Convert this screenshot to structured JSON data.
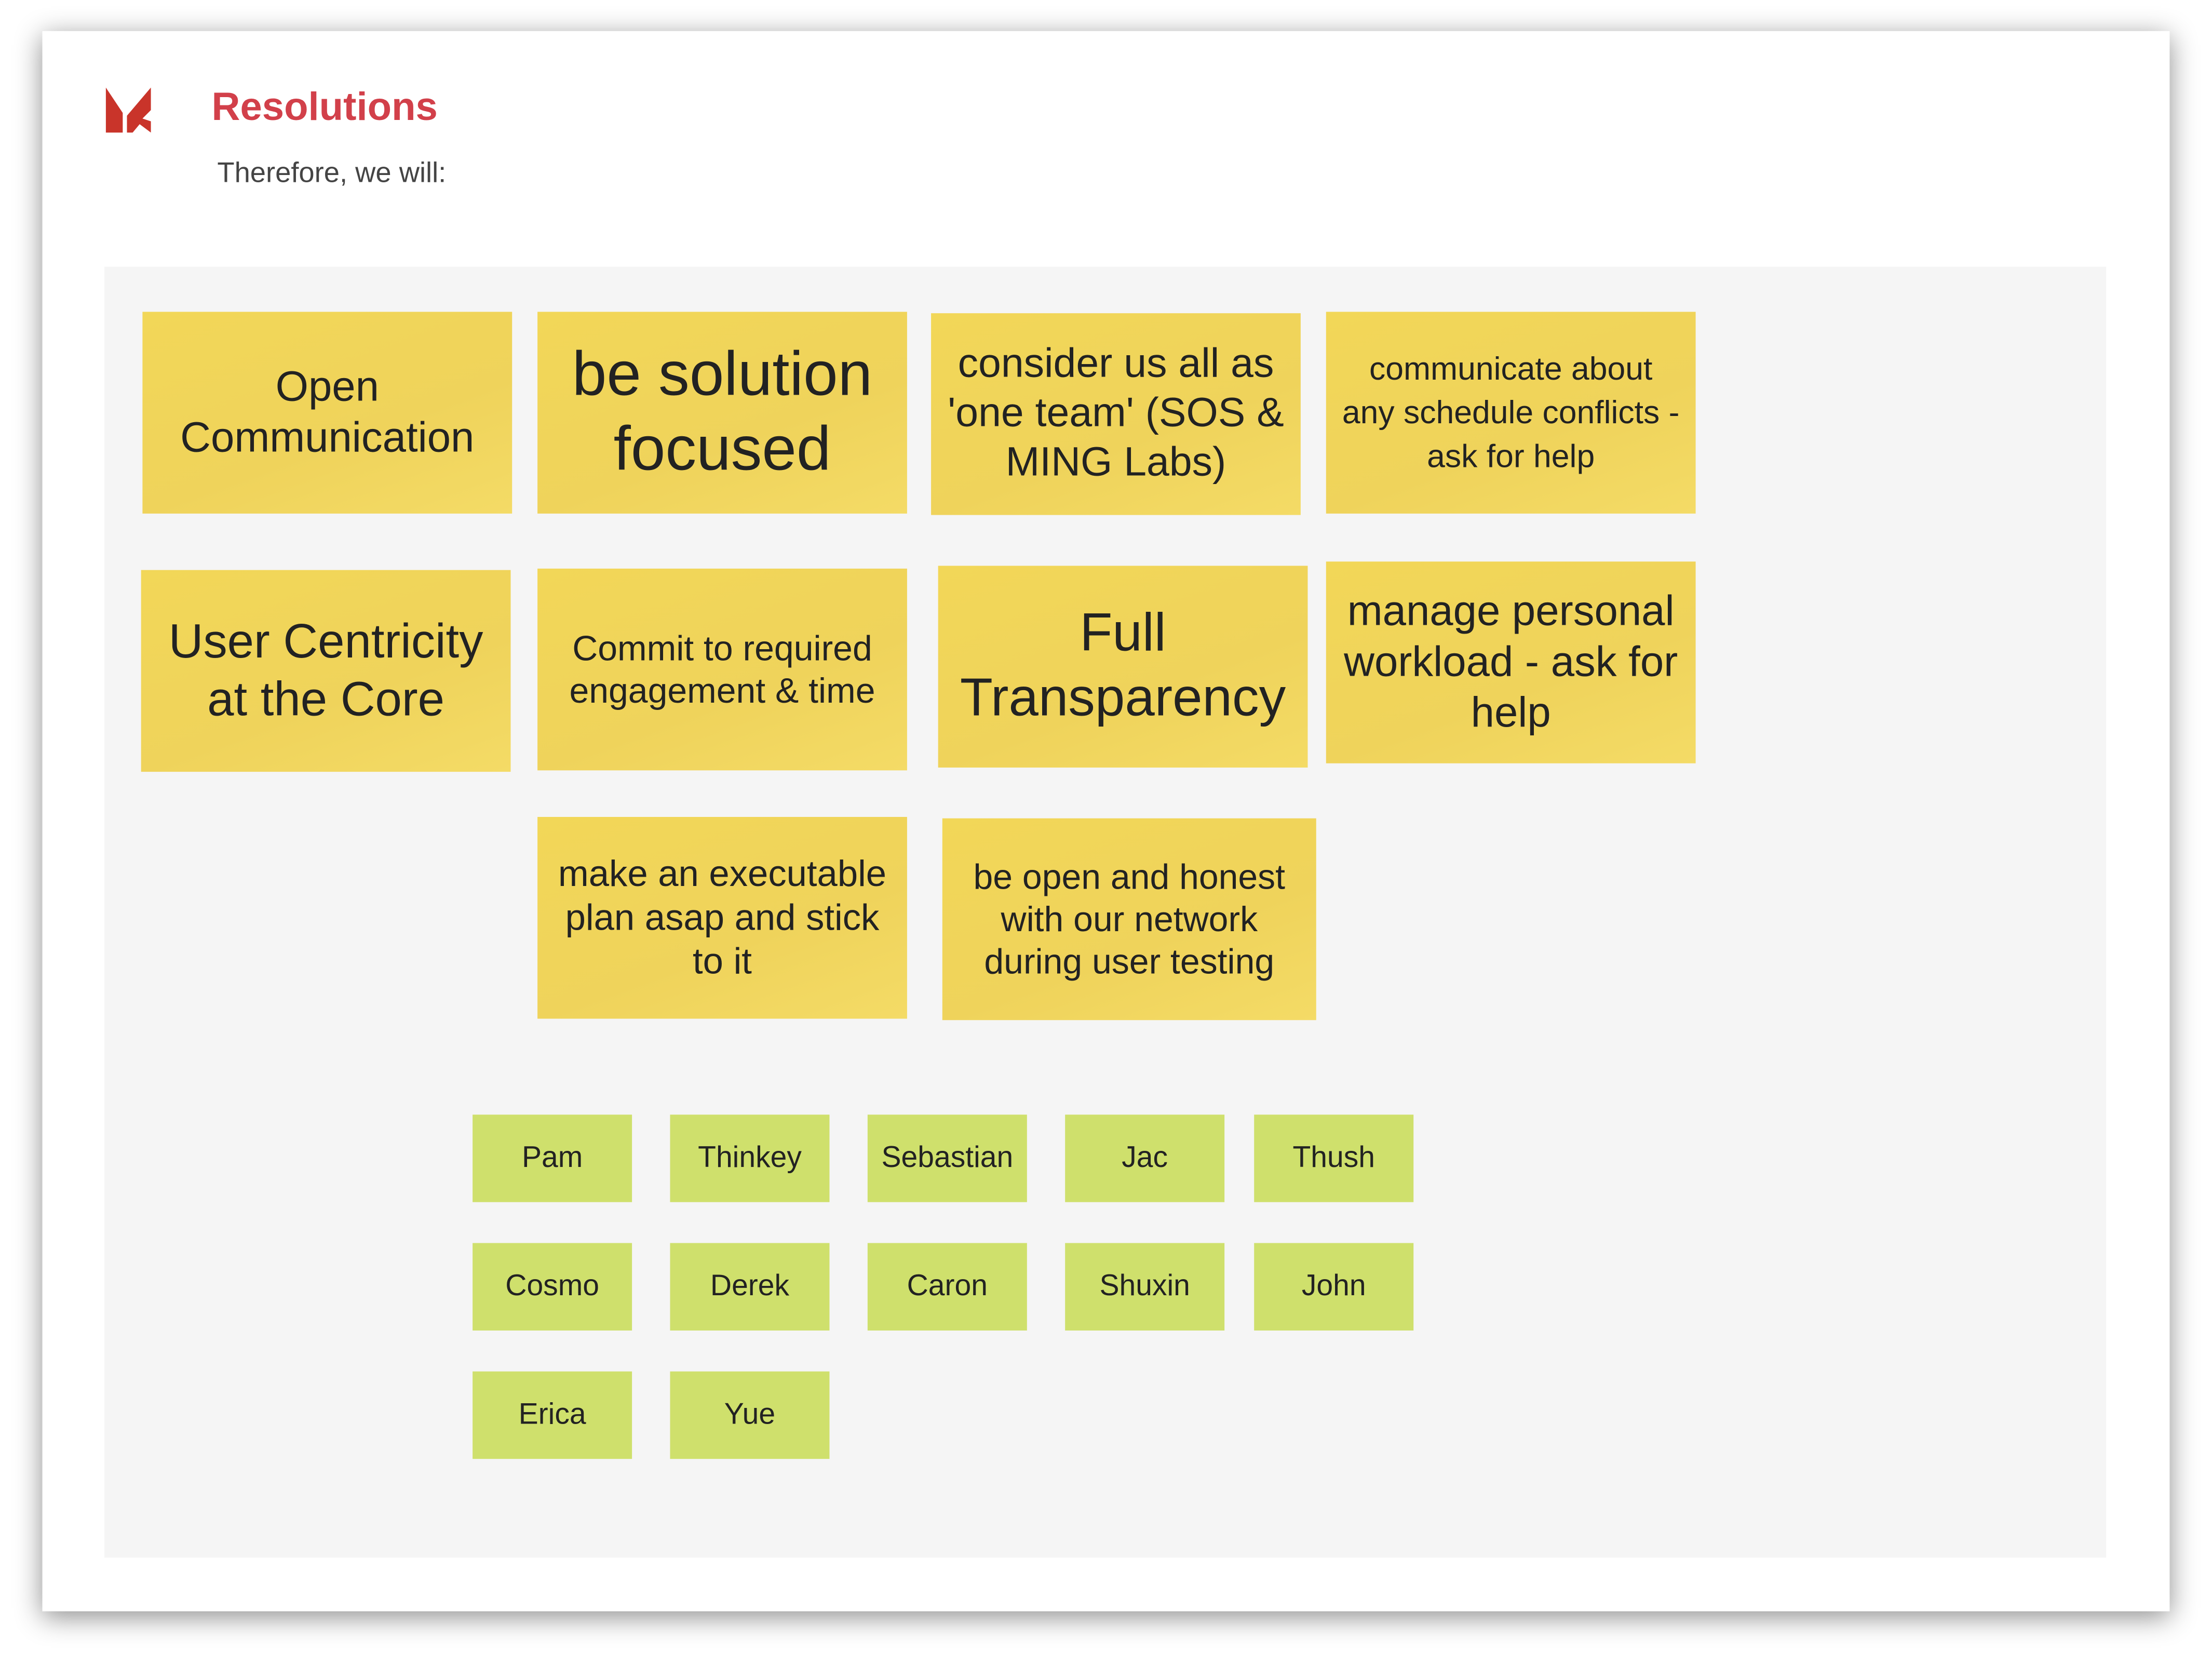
{
  "header": {
    "title": "Resolutions",
    "subtitle": "Therefore, we will:",
    "accent_color": "#d2404a"
  },
  "resolutions": [
    "Open Communication",
    "be solution focused",
    "consider us all as 'one team' (SOS & MING Labs)",
    "communicate about any schedule conflicts - ask for help",
    "User Centricity at the Core",
    "Commit to required engagement & time",
    "Full Transparency",
    "manage personal workload - ask for help",
    "make an executable plan asap and stick to it",
    "be open and honest with our network during user testing"
  ],
  "participants": [
    "Pam",
    "Thinkey",
    "Sebastian",
    "Jac",
    "Thush",
    "Cosmo",
    "Derek",
    "Caron",
    "Shuxin",
    "John",
    "Erica",
    "Yue"
  ]
}
